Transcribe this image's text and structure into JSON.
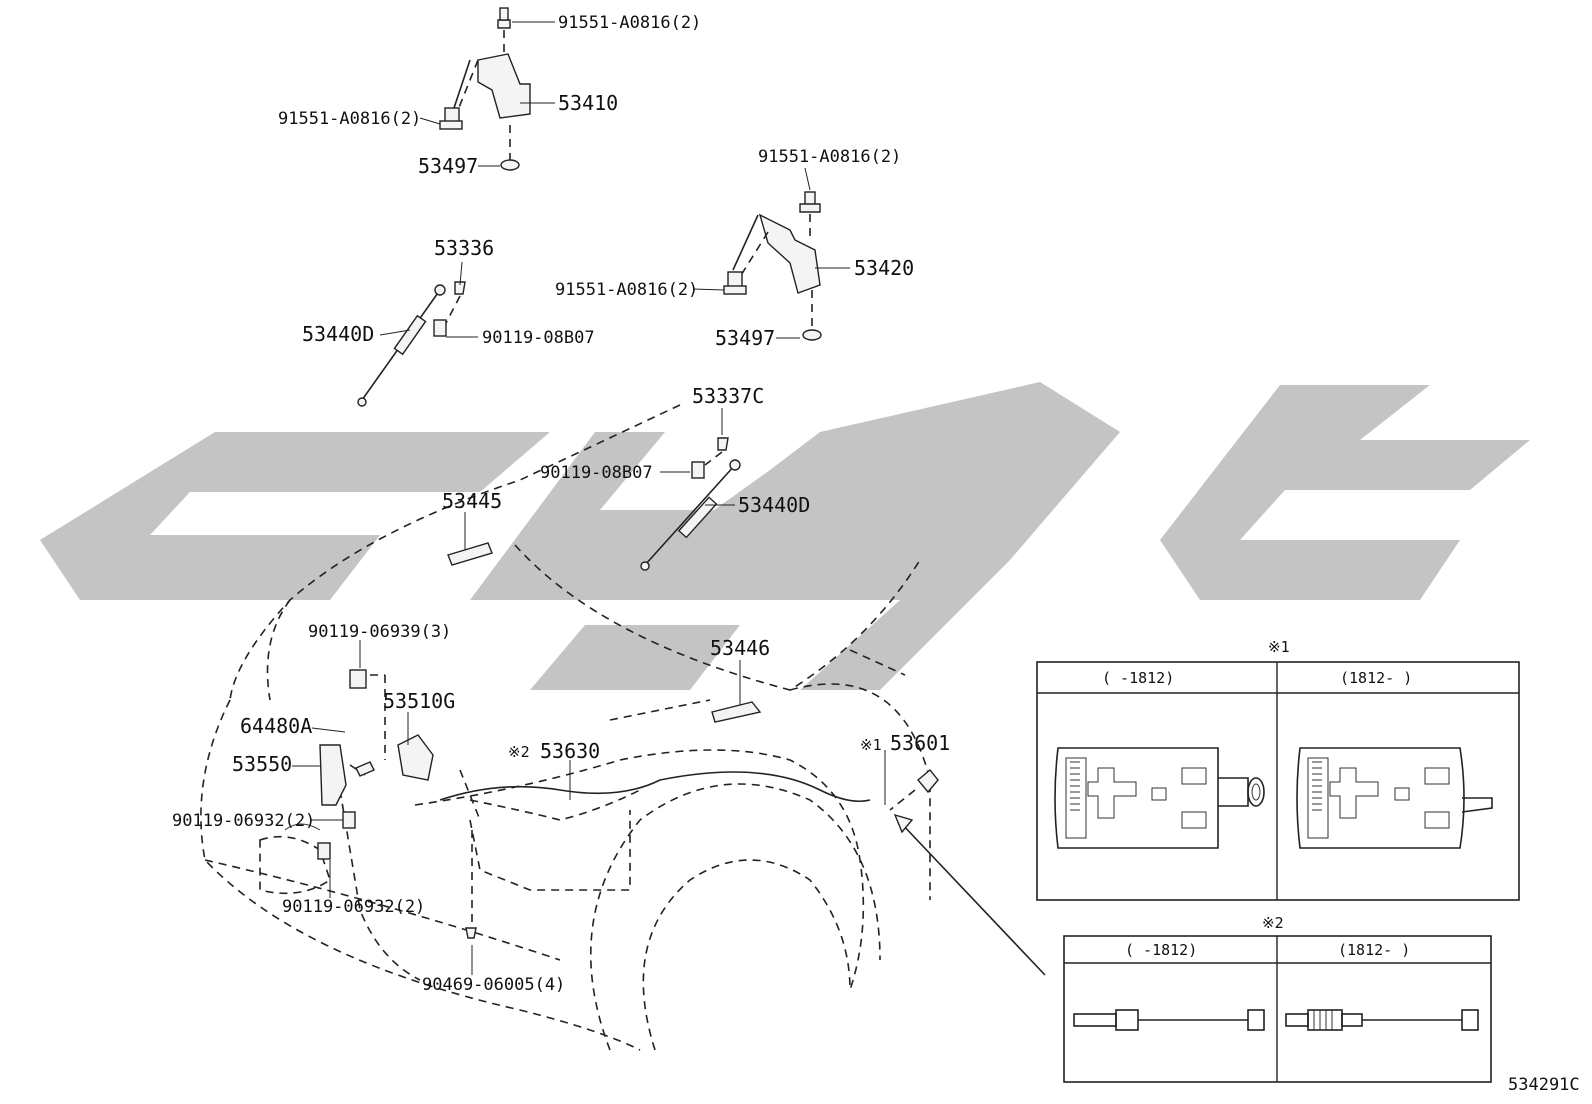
{
  "labels": {
    "bolt_top_right": "91551-A0816(2)",
    "bolt_top_left": "91551-A0816(2)",
    "hinge_left": "53410",
    "washer_left": "53497",
    "bolt_right_top": "91551-A0816(2)",
    "bolt_right_left": "91551-A0816(2)",
    "hinge_right": "53420",
    "washer_right": "53497",
    "stay_bracket": "53336",
    "hood_stay_left": "53440D",
    "stud_left": "90119-08B07",
    "stay_bracket_right": "53337C",
    "stud_right": "90119-08B07",
    "hood_stay_right": "53440D",
    "bumper_front": "53445",
    "bumper_rear": "53446",
    "bolt_hood_lock": "90119-06939(3)",
    "hood_lock": "53510G",
    "release_lever": "64480A",
    "support_lock": "53550",
    "bolt_lock_a": "90119-06932(2)",
    "bolt_lock_b": "90119-06932(2)",
    "release_cable_mark": "※2",
    "release_cable": "53630",
    "release_handle_mark": "※1",
    "release_handle": "53601",
    "clip": "90469-06005(4)"
  },
  "detail1": {
    "mark": "※1",
    "col1": "(    -1812)",
    "col2": "(1812-    )"
  },
  "detail2": {
    "mark": "※2",
    "col1": "(    -1812)",
    "col2": "(1812-    )"
  },
  "footer_code": "534291C",
  "watermark_color": "#c4c4c4"
}
